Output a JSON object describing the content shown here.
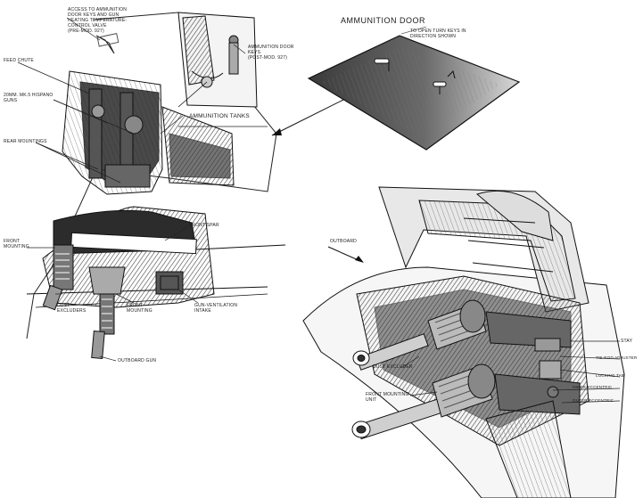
{
  "labels": {
    "access": "Access to ammunition\ndoor keys and gun\nheating temperature-\ncontrol valve\n(pre-mod. 927)",
    "ammo_door_keys": "Ammunition door\nkeys\n(post-mod. 927)",
    "ammo_door": "Ammunition door",
    "to_open": "To open turn keys in\ndirection shown",
    "feed_chute": "Feed chute",
    "guns": "20mm. Mk.5 Hispano\nguns",
    "ammo_tanks": "Ammunition tanks",
    "rear_mountings": "Rear mountings",
    "front_spar": "Front spar",
    "front_mounting_left": "Front\nmounting",
    "dust_excluders_left": "Dust\nexcluders",
    "front_mounting_mid": "Front\nmounting",
    "gun_vent": "Gun-ventilation\nintake",
    "outboard_gun": "Outboard gun",
    "outboard": "Outboard",
    "stay": "Stay",
    "tie_rod": "Tie-rod adjuster",
    "locking_tab": "Locking tab",
    "inner_eccentric": "Inner eccentric",
    "outer_eccentric": "Outer eccentric",
    "dust_excluder_right": "Dust excluder",
    "front_mounting_unit": "Front mounting\nunit"
  }
}
